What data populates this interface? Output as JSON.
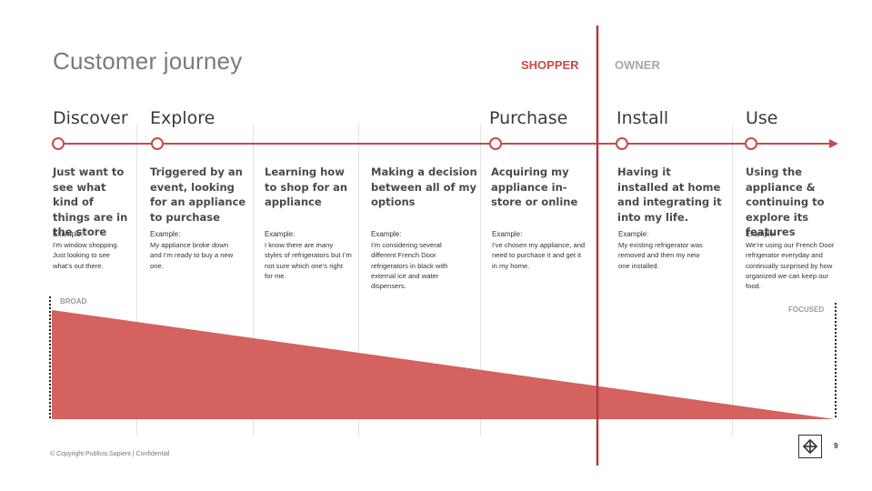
{
  "title": "Customer journey",
  "toggle": {
    "shopper": "SHOPPER",
    "owner": "OWNER"
  },
  "stages": [
    {
      "label": "Discover",
      "desc": "Just want to see what kind of things are in the store",
      "example_label": "Example:",
      "example": "I’m window shopping. Just looking to see what’s out there."
    },
    {
      "label": "Explore",
      "desc": "Triggered by an event, looking for an appliance to purchase",
      "example_label": "Example:",
      "example": "My appliance broke down and I’m ready to buy a new one."
    },
    {
      "label": "",
      "desc": "Learning how to shop for an appliance",
      "example_label": "Example:",
      "example": "I know there are many styles of refrigerators but I’m not sure which one’s right for me."
    },
    {
      "label": "",
      "desc": "Making a decision between all of my options",
      "example_label": "Example:",
      "example": "I’m considering several different French Door refrigerators in black with external ice and water dispensers."
    },
    {
      "label": "Purchase",
      "desc": "Acquiring my appliance in-store or online",
      "example_label": "Example:",
      "example": "I’ve chosen my appliance, and need to purchase it and get it in my home."
    },
    {
      "label": "Install",
      "desc": "Having it installed at home and integrating it into my life.",
      "example_label": "Example:",
      "example": "My existing refrigerator was removed and then my new one installed."
    },
    {
      "label": "Use",
      "desc": "Using the appliance & continuing to explore its features",
      "example_label": "Example:",
      "example": "We’re using our French Door refrigerator everyday and continually surprised by how organized we can keep our food."
    }
  ],
  "scale": {
    "start": "BROAD",
    "end": "FOCUSED"
  },
  "footer": "© Copyright Publicis.Sapient  |  Confidential",
  "page_number": "9",
  "colors": {
    "accent": "#c94a4a",
    "wedge": "#d4625f",
    "divider": "#b43a3f"
  }
}
